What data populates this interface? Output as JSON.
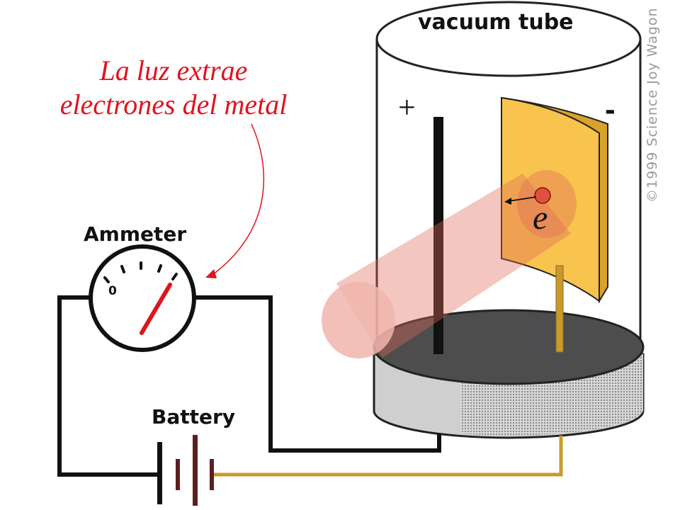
{
  "caption": {
    "line1": "La luz extrae",
    "line2": "electrones del metal"
  },
  "labels": {
    "tube": "vacuum tube",
    "ammeter": "Ammeter",
    "battery": "Battery",
    "ammeter_zero": "0",
    "plus": "+",
    "minus": "-",
    "electron": "e"
  },
  "copyright": "©1999 Science Joy Wagon",
  "colors": {
    "caption_red": "#e0141e",
    "wire_black": "#111111",
    "wire_gold": "#c89a2c",
    "cathode_plate": "#f8c44e",
    "light_beam": "#e89a90",
    "tube_base": "#cfcfcf",
    "tube_floor": "#505050"
  }
}
